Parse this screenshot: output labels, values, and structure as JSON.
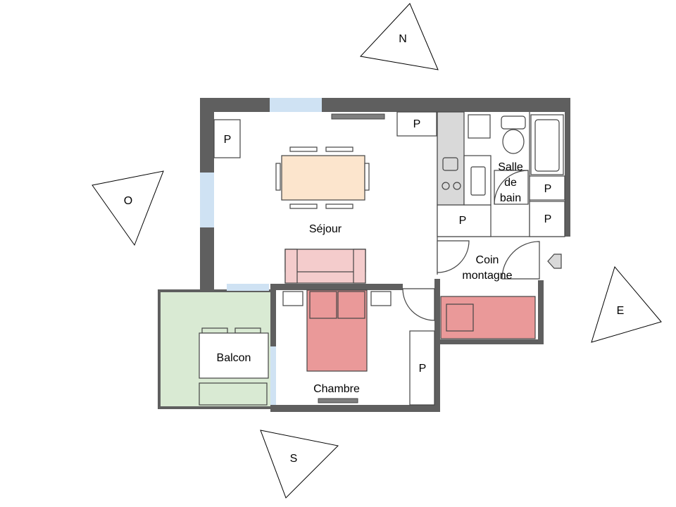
{
  "compass": {
    "north": "N",
    "west": "O",
    "east": "E",
    "south": "S"
  },
  "rooms": {
    "sejour": "Séjour",
    "salle_de_bain": [
      "Salle",
      "de",
      "bain"
    ],
    "coin_montagne": [
      "Coin",
      "montagne"
    ],
    "balcon": "Balcon",
    "chambre": "Chambre"
  },
  "placard_label": "P",
  "colors": {
    "wall": "#5f5f5f",
    "window": "#cfe2f3",
    "radiator": "#7f7f7f",
    "table": "#fce5cd",
    "sofa": "#f4cccc",
    "bed": "#ea9999",
    "balcony": "#d9ead3",
    "kitchen": "#d9d9d9",
    "line": "#444444"
  }
}
